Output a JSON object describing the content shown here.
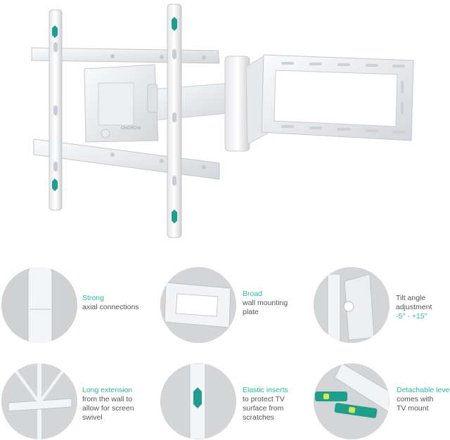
{
  "colors": {
    "accent": "#2bb8a6",
    "mount_white": "#f1f2f4",
    "mount_shadow": "#cfd2d6",
    "clip_teal": "#1e9e8c",
    "thumb_bg": "#d9dadb"
  },
  "brand": "ONGROW",
  "features": [
    {
      "accent": "Strong",
      "lines": [
        "axial connections"
      ]
    },
    {
      "accent": "Broad",
      "lines": [
        "wall mounting",
        "plate"
      ]
    },
    {
      "accent": "",
      "lines": [
        "Tilt angle",
        "adjustment"
      ],
      "accent_after": "-5° - +15°"
    },
    {
      "accent": "Long extension",
      "lines": [
        "from the wall to",
        "allow for screen",
        "swivel"
      ]
    },
    {
      "accent": "Elastic inserts",
      "lines": [
        "to protect TV",
        "surface from",
        "scratches"
      ]
    },
    {
      "accent": "Detachable level",
      "lines": [
        "comes with",
        "TV mount"
      ]
    }
  ]
}
